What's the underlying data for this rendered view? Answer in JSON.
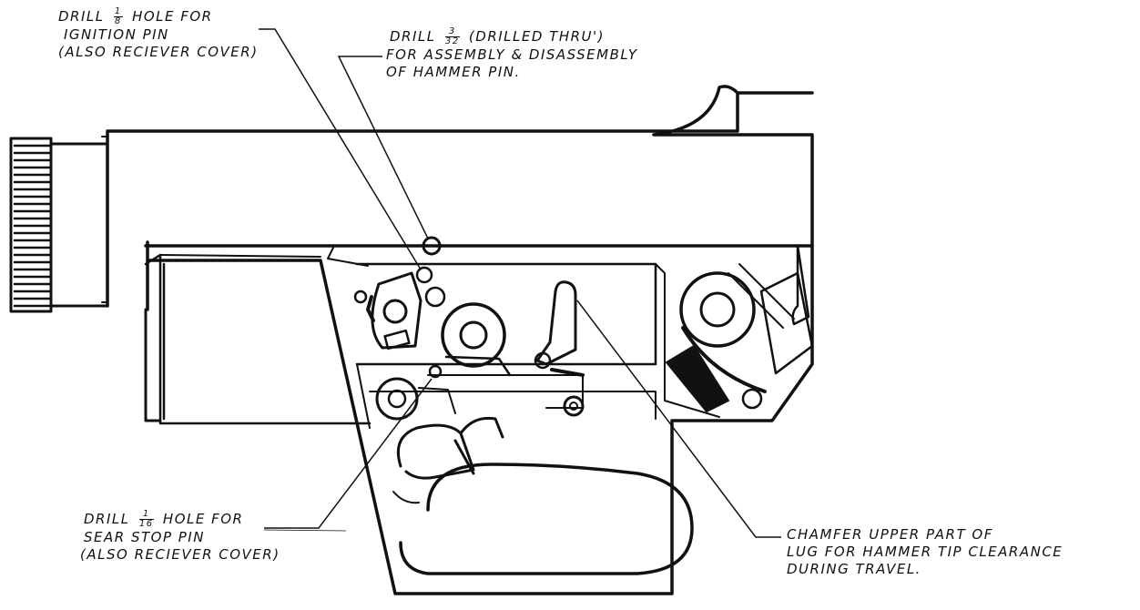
{
  "annotations": {
    "ignition_pin": {
      "drill_word": "DRILL",
      "frac_num": "1",
      "frac_den": "8",
      "line1_rest": "HOLE FOR",
      "line2": "IGNITION PIN",
      "line3": "(ALSO RECIEVER COVER)"
    },
    "hammer_pin": {
      "drill_word": "DRILL",
      "frac_num": "3",
      "frac_den": "32",
      "line1_rest": "(DRILLED THRU')",
      "line2": "FOR ASSEMBLY & DISASSEMBLY",
      "line3": "OF HAMMER PIN."
    },
    "sear_stop": {
      "drill_word": "DRILL",
      "frac_num": "1",
      "frac_den": "16",
      "line1_rest": "HOLE FOR",
      "line2": "SEAR STOP PIN",
      "line3": "(ALSO RECIEVER COVER)"
    },
    "chamfer": {
      "line1": "CHAMFER UPPER PART OF",
      "line2": "LUG FOR HAMMER TIP CLEARANCE",
      "line3": "DURING TRAVEL."
    }
  },
  "colors": {
    "ink": "#111111",
    "paper": "#ffffff"
  }
}
